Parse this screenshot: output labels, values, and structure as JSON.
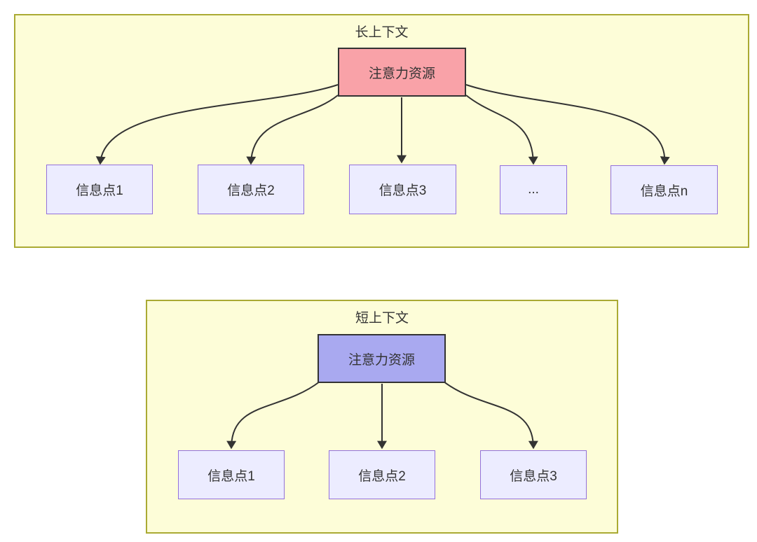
{
  "colors": {
    "container_fill": "#fdfdd8",
    "container_border": "#aaaa33",
    "info_node_fill": "#ececff",
    "info_node_border": "#9370db",
    "hub_long_fill": "#f9a2a8",
    "hub_short_fill": "#a9a9f0",
    "hub_border": "#333333",
    "edge_color": "#333333",
    "text_color": "#333333"
  },
  "long_context": {
    "title": "长上下文",
    "hub_label": "注意力资源",
    "nodes": [
      {
        "label": "信息点1"
      },
      {
        "label": "信息点2"
      },
      {
        "label": "信息点3"
      },
      {
        "label": "..."
      },
      {
        "label": "信息点n"
      }
    ]
  },
  "short_context": {
    "title": "短上下文",
    "hub_label": "注意力资源",
    "nodes": [
      {
        "label": "信息点1"
      },
      {
        "label": "信息点2"
      },
      {
        "label": "信息点3"
      }
    ]
  }
}
